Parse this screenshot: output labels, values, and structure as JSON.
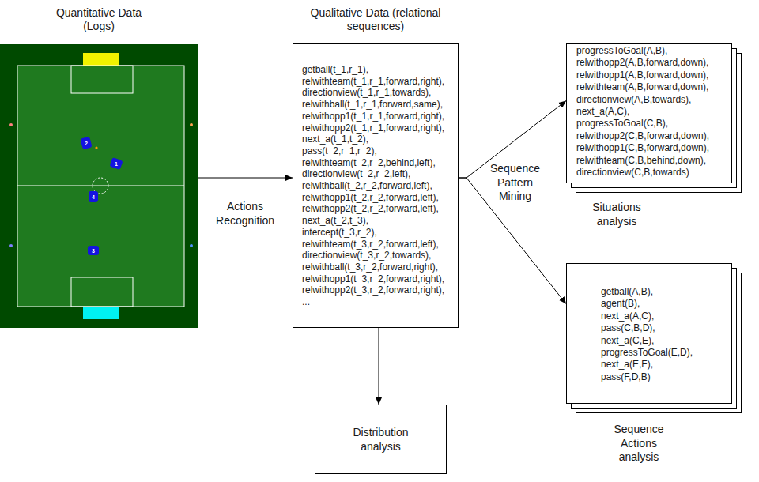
{
  "diagram": {
    "nodes": [
      {
        "text": [
          "Quantitative Data (Logs)"
        ]
      },
      {
        "text": [
          "Qualitative Data (relational sequences)",
          "getball(t_1,r_1), relwithteam(t_1,r_1,forward,right), directionview(t_1,r_1,towards), relwithball(t_1,r_1,forward,same), relwithopp1(t_1,r_1,forward,right), relwithopp2(t_1,r_1,forward,right), next_a(t_1,t_2), pass(t_2,r_1,r_2), relwithteam(t_2,r_2,behind,left), directionview(t_2,r_2,left), relwithball(t_2,r_2,forward,left), relwithopp1(t_2,r_2,forward,left), relwithopp2(t_2,r_2,forward,left), next_a(t_2,t_3), intercept(t_3,r_2), relwithteam(t_3,r_2,forward,left), directionview(t_3,r_2,towards), relwithball(t_3,r_2,forward,right), relwithopp1(t_3,r_2,forward,right), relwithopp2(t_3,r_2,forward,right), ..."
        ]
      },
      {
        "text": [
          "Distribution analysis"
        ]
      },
      {
        "text": [
          "progressToGoal(A,B), relwithopp2(A,B,forward,down), relwithopp1(A,B,forward,down), relwithteam(A,B,forward,down), directionview(A,B,towards), next_a(A,C), progressToGoal(C,B), relwithopp2(C,B,forward,down), relwithopp1(C,B,forward,down), relwithteam(C,B,behind,down), directionview(C,B,towards)",
          "Situations analysis"
        ]
      },
      {
        "text": [
          "getball(A,B), agent(B), next_a(A,C), pass(C,B,D), next_a(C,E), progressToGoal(E,D), next_a(E,F), pass(F,D,B)",
          "Sequence Actions analysis"
        ]
      }
    ],
    "edges": [
      {
        "from": 0,
        "to": 1,
        "arrow": "to",
        "label": "Actions Recognition"
      },
      {
        "from": 1,
        "to": 2,
        "arrow": "to"
      },
      {
        "from": 1,
        "to": 3,
        "arrow": "to",
        "label": "Sequence Pattern Mining"
      },
      {
        "from": 1,
        "to": 4,
        "arrow": "to"
      }
    ],
    "labels": [
      "2",
      "1",
      "4",
      "3"
    ]
  }
}
